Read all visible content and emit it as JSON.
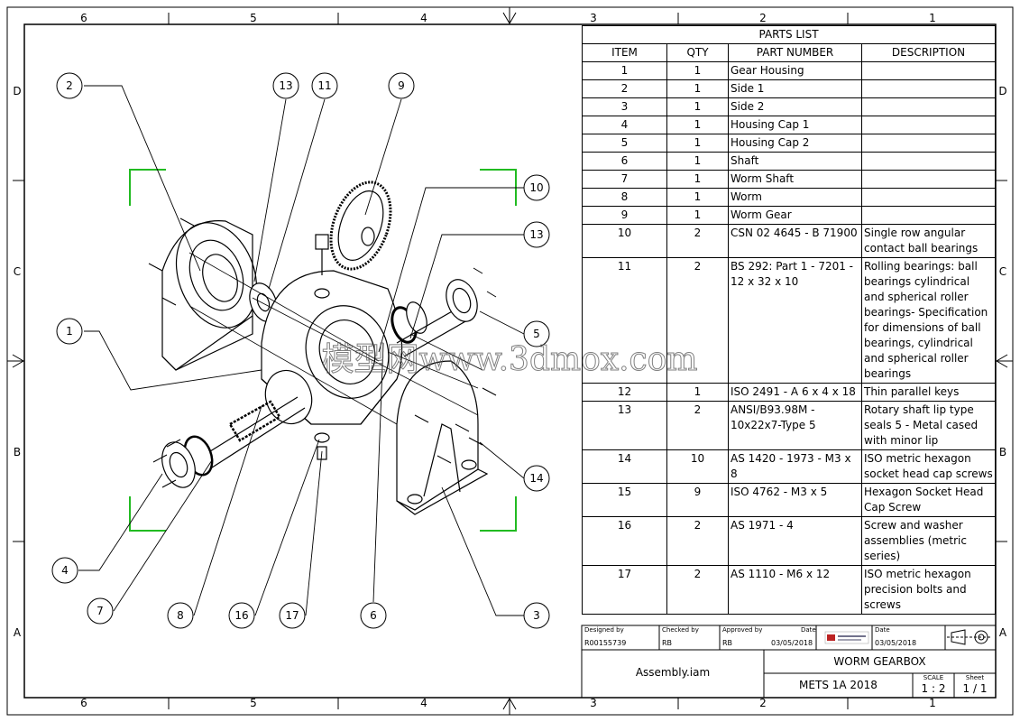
{
  "border": {
    "top_numbers": [
      "6",
      "5",
      "4",
      "3",
      "2",
      "1"
    ],
    "bottom_numbers": [
      "6",
      "5",
      "4",
      "3",
      "2",
      "1"
    ],
    "left_letters": [
      "D",
      "C",
      "B",
      "A"
    ],
    "right_letters": [
      "D",
      "C",
      "B",
      "A"
    ]
  },
  "watermark": "模型网www.3dmox.com",
  "balloons": [
    "2",
    "13",
    "11",
    "9",
    "10",
    "13",
    "1",
    "5",
    "14",
    "4",
    "7",
    "8",
    "16",
    "17",
    "6",
    "3"
  ],
  "parts_list": {
    "title": "PARTS LIST",
    "headers": [
      "ITEM",
      "QTY",
      "PART NUMBER",
      "DESCRIPTION"
    ],
    "rows": [
      {
        "item": "1",
        "qty": "1",
        "part": "Gear Housing",
        "desc": ""
      },
      {
        "item": "2",
        "qty": "1",
        "part": "Side 1",
        "desc": ""
      },
      {
        "item": "3",
        "qty": "1",
        "part": "Side 2",
        "desc": ""
      },
      {
        "item": "4",
        "qty": "1",
        "part": "Housing Cap 1",
        "desc": ""
      },
      {
        "item": "5",
        "qty": "1",
        "part": "Housing Cap 2",
        "desc": ""
      },
      {
        "item": "6",
        "qty": "1",
        "part": "Shaft",
        "desc": ""
      },
      {
        "item": "7",
        "qty": "1",
        "part": "Worm Shaft",
        "desc": ""
      },
      {
        "item": "8",
        "qty": "1",
        "part": "Worm",
        "desc": ""
      },
      {
        "item": "9",
        "qty": "1",
        "part": "Worm Gear",
        "desc": ""
      },
      {
        "item": "10",
        "qty": "2",
        "part": "CSN 02 4645 - B 71900",
        "desc": "Single row angular contact ball bearings"
      },
      {
        "item": "11",
        "qty": "2",
        "part": "BS 292: Part 1 - 7201 - 12 x 32 x 10",
        "desc": "Rolling bearings: ball bearings cylindrical and spherical roller bearings- Specification for dimensions of ball bearings, cylindrical and spherical roller bearings"
      },
      {
        "item": "12",
        "qty": "1",
        "part": "ISO 2491 - A  6 x 4 x 18",
        "desc": "Thin parallel keys"
      },
      {
        "item": "13",
        "qty": "2",
        "part": "ANSI/B93.98M - 10x22x7-Type 5",
        "desc": "Rotary shaft lip type seals 5 - Metal cased with minor lip"
      },
      {
        "item": "14",
        "qty": "10",
        "part": "AS 1420 - 1973 - M3 x 8",
        "desc": "ISO metric hexagon socket head cap screws"
      },
      {
        "item": "15",
        "qty": "9",
        "part": "ISO 4762 - M3 x 5",
        "desc": "Hexagon Socket Head Cap Screw"
      },
      {
        "item": "16",
        "qty": "2",
        "part": "AS 1971 - 4",
        "desc": "Screw and washer assemblies (metric series)"
      },
      {
        "item": "17",
        "qty": "2",
        "part": "AS 1110 - M6 x 12",
        "desc": "ISO metric hexagon precision bolts and screws"
      }
    ]
  },
  "title_block": {
    "designed_by_label": "Designed by",
    "designed_by": "R00155739",
    "checked_by_label": "Checked by",
    "checked_by": "RB",
    "approved_by_label": "Approved by",
    "approved_by": "RB",
    "date_label": "Date",
    "date_approved": "03/05/2018",
    "date_label2": "Date",
    "date": "03/05/2018",
    "file_name": "Assembly.iam",
    "title": "WORM GEARBOX",
    "subtitle": "METS 1A 2018",
    "scale_label": "SCALE",
    "scale": "1 : 2",
    "sheet_label": "Sheet",
    "sheet": "1 / 1"
  }
}
